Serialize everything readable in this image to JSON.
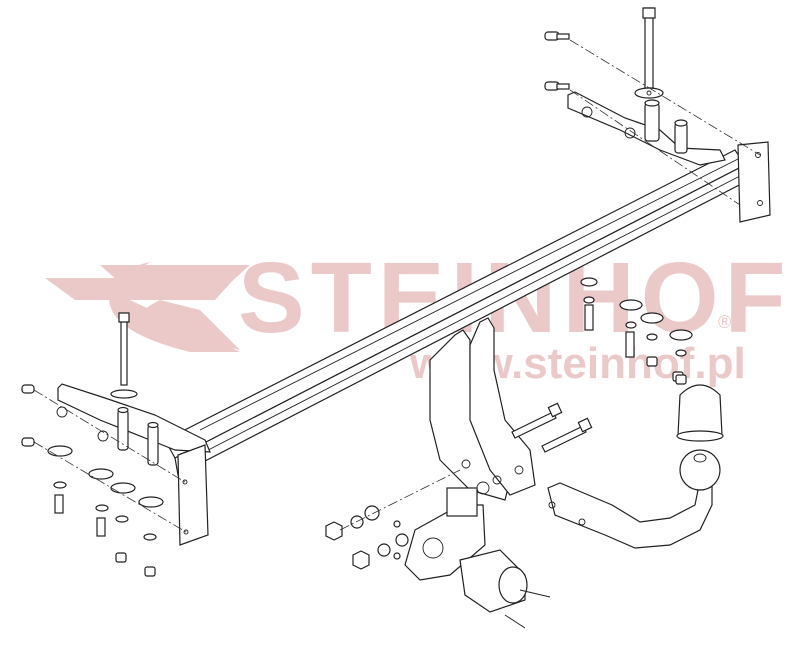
{
  "diagram": {
    "type": "exploded-assembly-drawing",
    "subject": "tow bar / towing hitch assembly",
    "watermark": {
      "brand": "STEINHOF",
      "registered_mark": "®",
      "url": "www.steinhof.pl",
      "color": "#ecc9c9"
    },
    "components": [
      {
        "id": "crossbar",
        "label": "main crossbar beam"
      },
      {
        "id": "left-bracket",
        "label": "left mounting bracket"
      },
      {
        "id": "right-bracket",
        "label": "right mounting bracket"
      },
      {
        "id": "center-hangers",
        "label": "center hanger plates"
      },
      {
        "id": "tow-ball-arm",
        "label": "tow ball neck"
      },
      {
        "id": "ball-cap",
        "label": "tow ball cover cap"
      },
      {
        "id": "socket-plate",
        "label": "electrical socket plate"
      },
      {
        "id": "socket",
        "label": "7-pin electrical socket"
      },
      {
        "id": "bolts",
        "label": "bolts, washers and nuts"
      }
    ],
    "colors": {
      "line": "#222222",
      "background": "#ffffff"
    }
  }
}
